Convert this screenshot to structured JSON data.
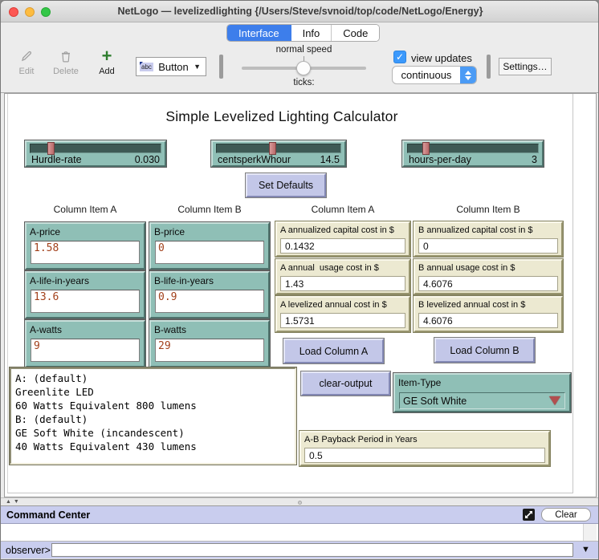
{
  "window": {
    "title": "NetLogo — levelizedlighting {/Users/Steve/svnoid/top/code/NetLogo/Energy}"
  },
  "tabs": {
    "interface": "Interface",
    "info": "Info",
    "code": "Code",
    "selected": "Interface"
  },
  "toolbar": {
    "edit_label": "Edit",
    "delete_label": "Delete",
    "add_label": "Add",
    "widget_dropdown": {
      "icon_text": "abc",
      "value": "Button"
    },
    "speed_label": "normal speed",
    "ticks_label": "ticks:",
    "view_updates_label": "view updates",
    "update_mode_value": "continuous",
    "settings_label": "Settings…"
  },
  "canvas": {
    "title": "Simple Levelized Lighting Calculator",
    "sliders": [
      {
        "name": "Hurdle-rate",
        "value": "0.030"
      },
      {
        "name": "centsperkWhour",
        "value": "14.5"
      },
      {
        "name": "hours-per-day",
        "value": "3"
      }
    ],
    "set_defaults_label": "Set Defaults",
    "column_headers": {
      "left_a": "Column Item A",
      "left_b": "Column Item B",
      "right_a": "Column Item A",
      "right_b": "Column Item B"
    },
    "inputs": [
      {
        "name": "A-price",
        "value": "1.58"
      },
      {
        "name": "B-price",
        "value": "0"
      },
      {
        "name": "A-life-in-years",
        "value": "13.6"
      },
      {
        "name": "B-life-in-years",
        "value": "0.9"
      },
      {
        "name": "A-watts",
        "value": "9"
      },
      {
        "name": "B-watts",
        "value": "29"
      }
    ],
    "monitors": [
      {
        "label": "A annualized capital cost in $",
        "value": "0.1432"
      },
      {
        "label": "B annualized capital cost in $",
        "value": "0"
      },
      {
        "label": "A annual  usage cost in $",
        "value": "1.43"
      },
      {
        "label": "B annual usage cost in $",
        "value": "4.6076"
      },
      {
        "label": "A levelized annual cost in $",
        "value": "1.5731"
      },
      {
        "label": "B levelized annual cost in $",
        "value": "4.6076"
      }
    ],
    "buttons": {
      "load_a": "Load Column A",
      "load_b": "Load Column B",
      "clear_output": "clear-output"
    },
    "output_lines": [
      "A: (default)",
      "Greenlite LED",
      "60 Watts Equivalent 800 lumens",
      "B: (default)",
      "GE Soft White (incandescent)",
      "40 Watts Equivalent 430 lumens"
    ],
    "chooser": {
      "label": "Item-Type",
      "value": "GE Soft White"
    },
    "payback": {
      "label": "A-B Payback Period in Years",
      "value": "0.5"
    }
  },
  "command_center": {
    "title": "Command Center",
    "clear_label": "Clear",
    "prompt": "observer>"
  },
  "colors": {
    "widget_teal": "#8FBFB6",
    "monitor_beige": "#ECE9D1",
    "button_lavender": "#C3C7E8",
    "command_bar_lavender": "#C9CDEE",
    "selected_tab_blue": "#3D7EEB",
    "checkbox_blue": "#3B99FC",
    "input_value_brown": "#A2401B",
    "slider_handle_red": "#C06A6A",
    "chooser_arrow_red": "#B14F4F"
  }
}
